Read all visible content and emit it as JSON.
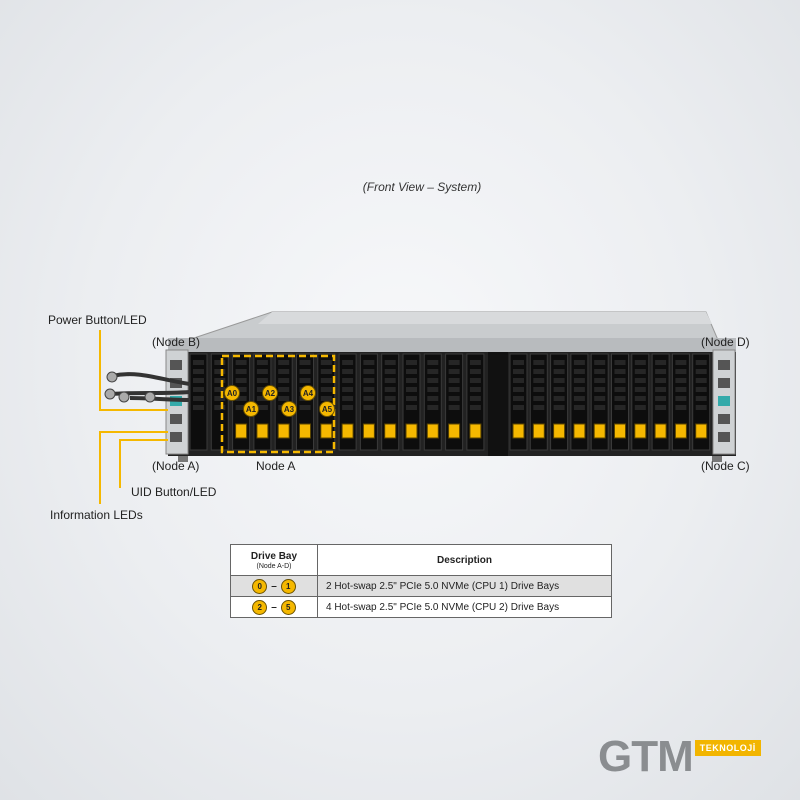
{
  "caption": "(Front View – System)",
  "callouts": {
    "power": "Power Button/LED",
    "uid": "UID Button/LED",
    "info": "Information LEDs",
    "node_a": "(Node A)",
    "node_b": "(Node B)",
    "node_c": "(Node C)",
    "node_d": "(Node D)",
    "node_a_box": "Node A"
  },
  "bay_badges": [
    "A0",
    "A1",
    "A2",
    "A3",
    "A4",
    "A5"
  ],
  "table": {
    "col1_header": "Drive Bay",
    "col1_sub": "(Node A-D)",
    "col2_header": "Description",
    "rows": [
      {
        "from": "0",
        "to": "1",
        "dash": "–",
        "desc": "2 Hot-swap 2.5\" PCIe 5.0 NVMe (CPU 1) Drive Bays"
      },
      {
        "from": "2",
        "to": "5",
        "dash": "–",
        "desc": "4 Hot-swap 2.5\" PCIe 5.0 NVMe (CPU 2) Drive Bays"
      }
    ]
  },
  "logo": {
    "main": "GTM",
    "tag": "TEKNOLOJİ"
  },
  "colors": {
    "accent": "#f5b800",
    "chassis": "#1a1a1a",
    "lid": "#c9ccce"
  }
}
